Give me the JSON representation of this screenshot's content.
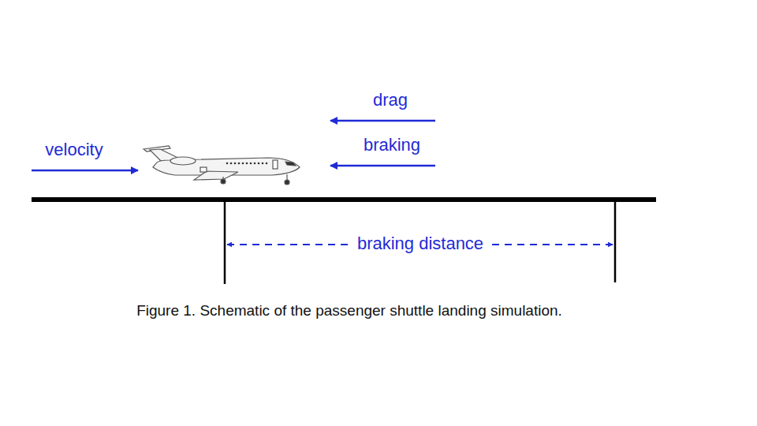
{
  "diagram": {
    "caption": "Figure 1. Schematic of the passenger shuttle landing simulation.",
    "labels": [
      "drag",
      "braking",
      "velocity",
      "braking distance"
    ]
  }
}
